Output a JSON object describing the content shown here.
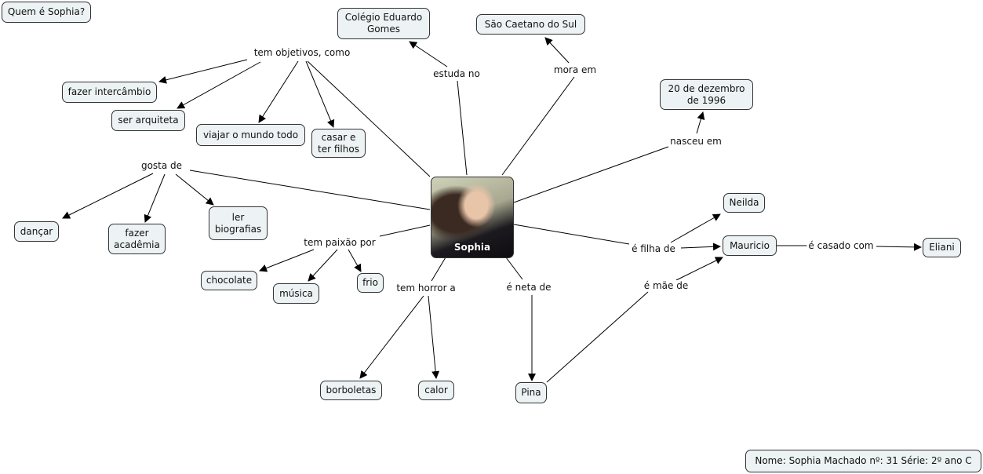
{
  "title_node": "Quem é Sophia?",
  "center": {
    "label": "Sophia"
  },
  "nodes": {
    "colegio": "Colégio Eduardo\nGomes",
    "cidade": "São Caetano do Sul",
    "nascimento": "20 de dezembro\nde 1996",
    "intercambio": "fazer intercâmbio",
    "arquiteta": "ser arquiteta",
    "viajar": "viajar o mundo todo",
    "casar": "casar e\nter filhos",
    "neilda": "Neilda",
    "mauricio": "Mauricio",
    "eliani": "Eliani",
    "dancar": "dançar",
    "academia": "fazer\nacadêmia",
    "biografias": "ler\nbiografias",
    "chocolate": "chocolate",
    "musica": "música",
    "frio": "frio",
    "borboletas": "borboletas",
    "calor": "calor",
    "pina": "Pina"
  },
  "links": {
    "objetivos": "tem objetivos, como",
    "estuda": "estuda no",
    "mora": "mora em",
    "nasceu": "nasceu em",
    "gosta": "gosta de",
    "paixao": "tem paixão por",
    "horror": "tem horror a",
    "neta": "é neta de",
    "filha": "é filha de",
    "mae": "é mãe de",
    "casado": "é casado com"
  },
  "footer": "Nome: Sophia Machado nº: 31 Série: 2º ano C"
}
